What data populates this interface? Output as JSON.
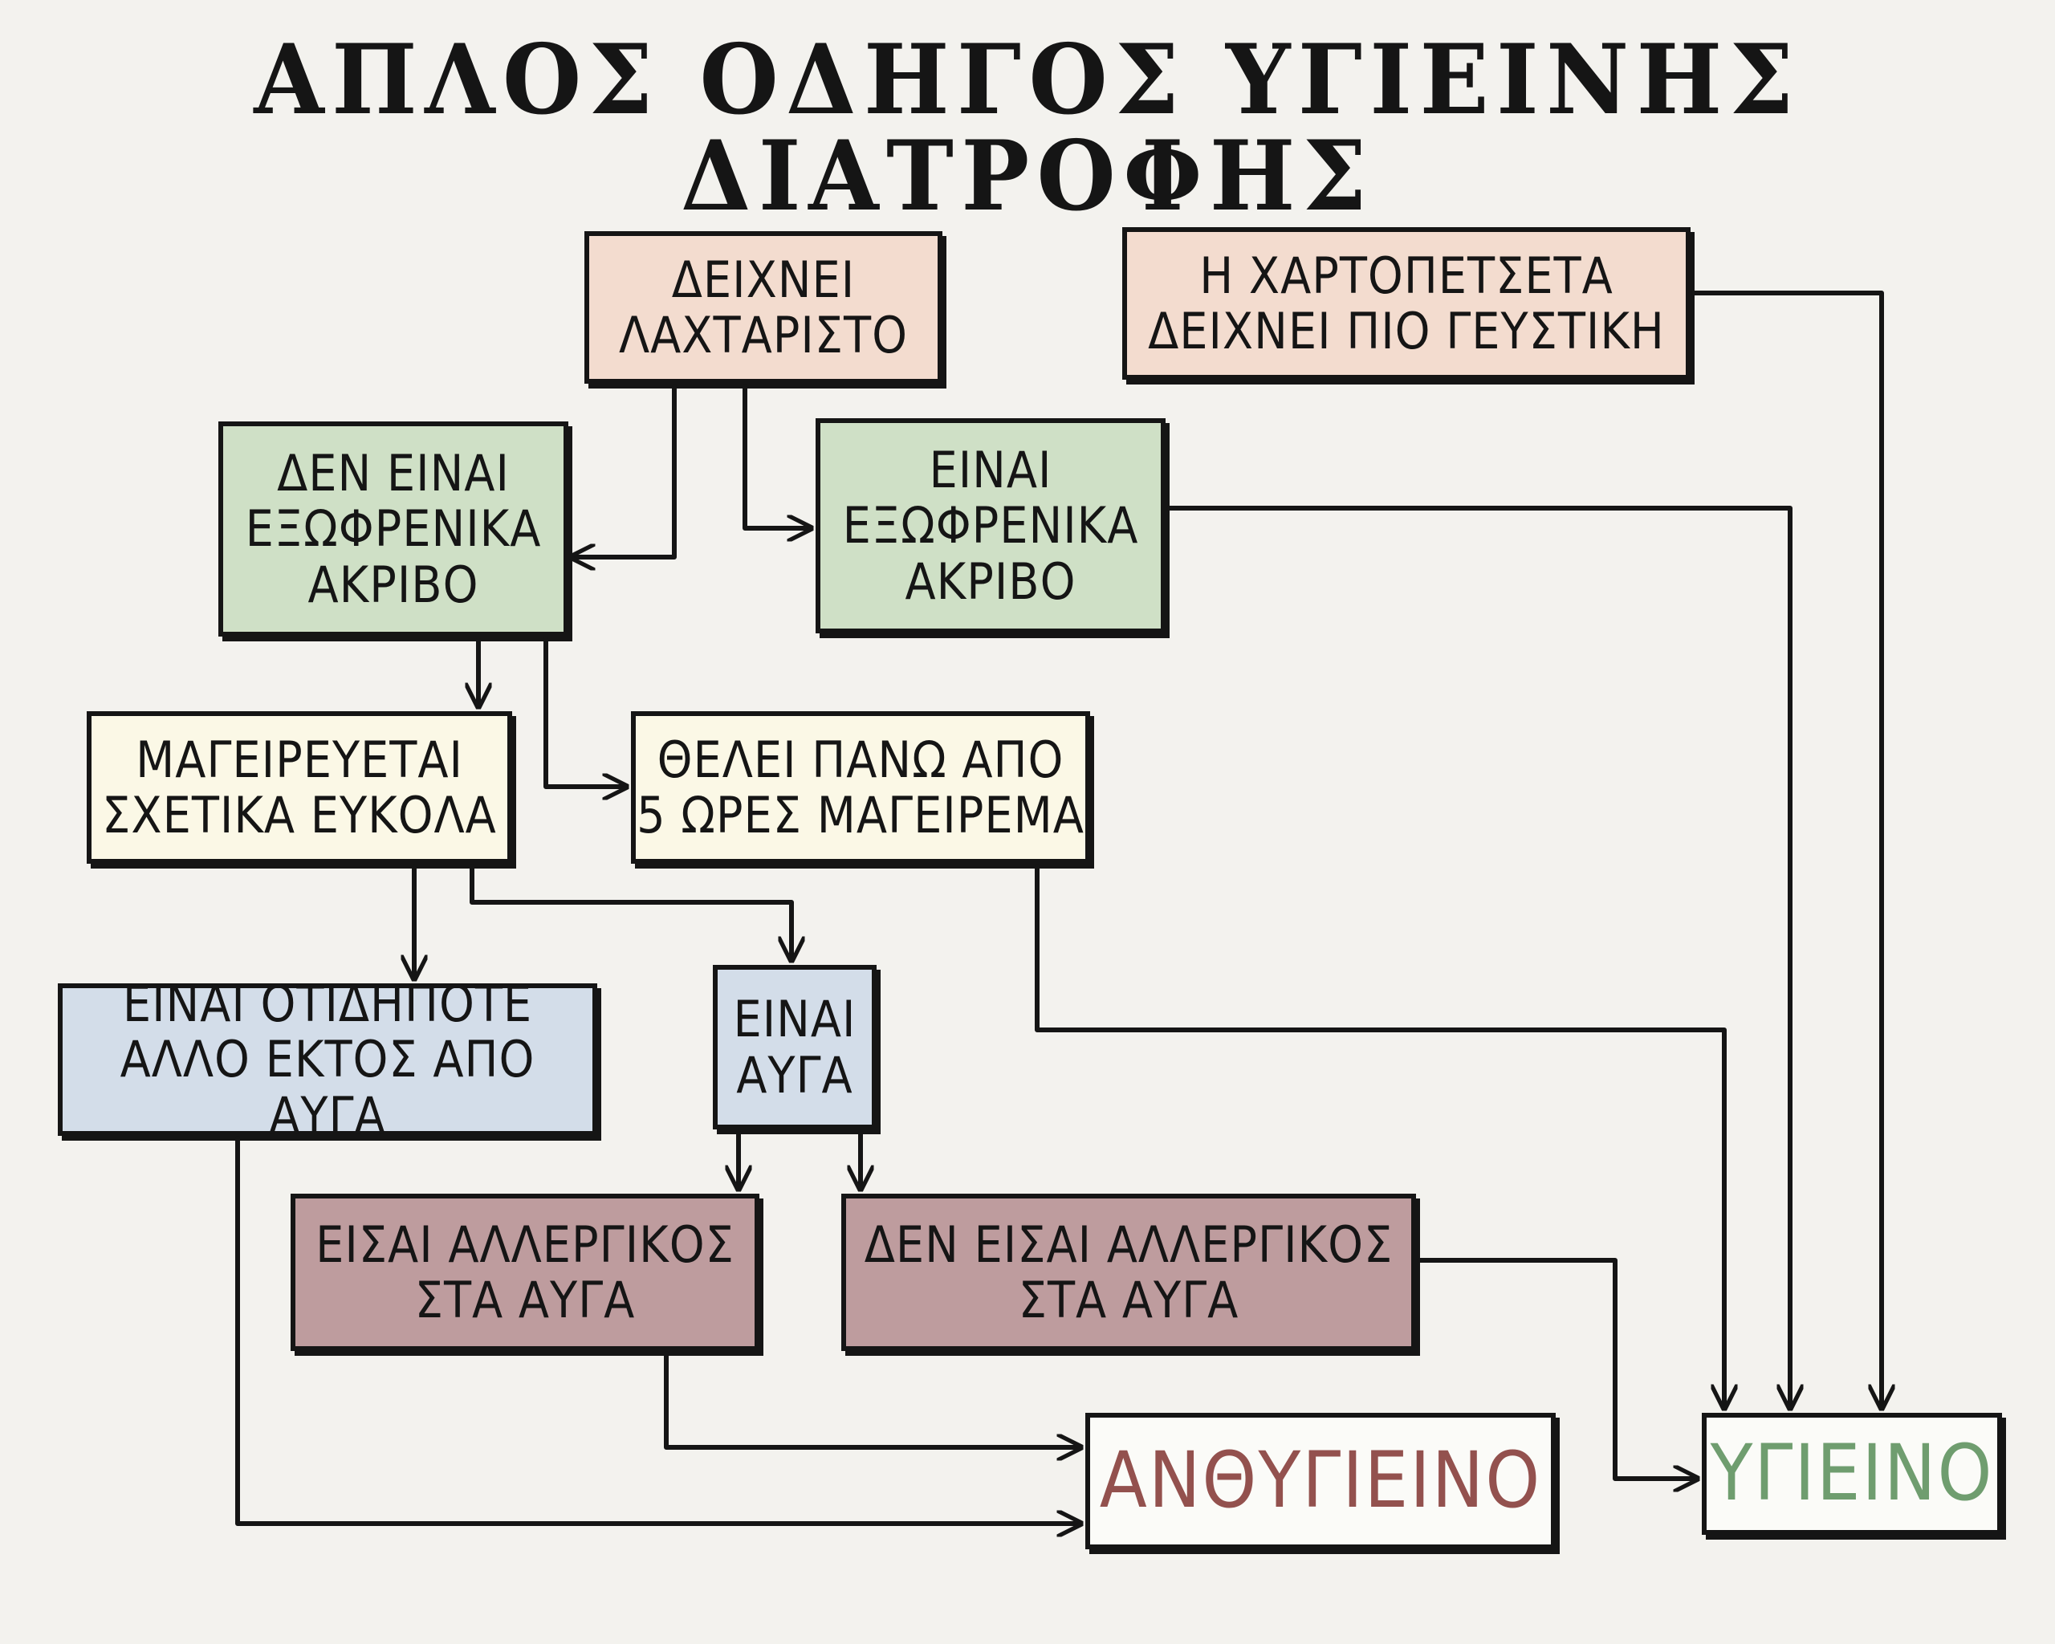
{
  "title": "ΑΠΛΟΣ ΟΔΗΓΟΣ ΥΓΙΕΙΝΗΣ ΔΙΑΤΡΟΦΗΣ",
  "nodes": {
    "looks_tasty": "ΔΕΙΧΝΕΙ\nΛΑΧΤΑΡΙΣΤΟ",
    "napkin_tastier": "Η ΧΑΡΤΟΠΕΤΣΕΤΑ\nΔΕΙΧΝΕΙ ΠΙΟ ΓΕΥΣΤΙΚΗ",
    "not_expensive": "ΔΕΝ ΕΙΝΑΙ\nΕΞΩΦΡΕΝΙΚΑ\nΑΚΡΙΒΟ",
    "expensive": "ΕΙΝΑΙ\nΕΞΩΦΡΕΝΙΚΑ\nΑΚΡΙΒΟ",
    "easy_cook": "ΜΑΓΕΙΡΕΥΕΤΑΙ\nΣΧΕΤΙΚΑ ΕΥΚΟΛΑ",
    "long_cook": "ΘΕΛΕΙ ΠΑΝΩ ΑΠΟ\n5 ΩΡΕΣ ΜΑΓΕΙΡΕΜΑ",
    "not_eggs": "ΕΙΝΑΙ ΟΤΙΔΗΠΟΤΕ\nΑΛΛΟ ΕΚΤΟΣ ΑΠΟ ΑΥΓΑ",
    "eggs": "ΕΙΝΑΙ\nΑΥΓΑ",
    "allergic": "ΕΙΣΑΙ ΑΛΛΕΡΓΙΚΟΣ\nΣΤΑ ΑΥΓΑ",
    "not_allergic": "ΔΕΝ ΕΙΣΑΙ ΑΛΛΕΡΓΙΚΟΣ\nΣΤΑ ΑΥΓΑ"
  },
  "results": {
    "unhealthy": "ΑΝΘΥΓΙΕΙΝΟ",
    "healthy": "ΥΓΙΕΙΝΟ"
  },
  "colors": {
    "unhealthy_text": "#93514e",
    "healthy_text": "#6f9d6f",
    "line": "#151515"
  }
}
